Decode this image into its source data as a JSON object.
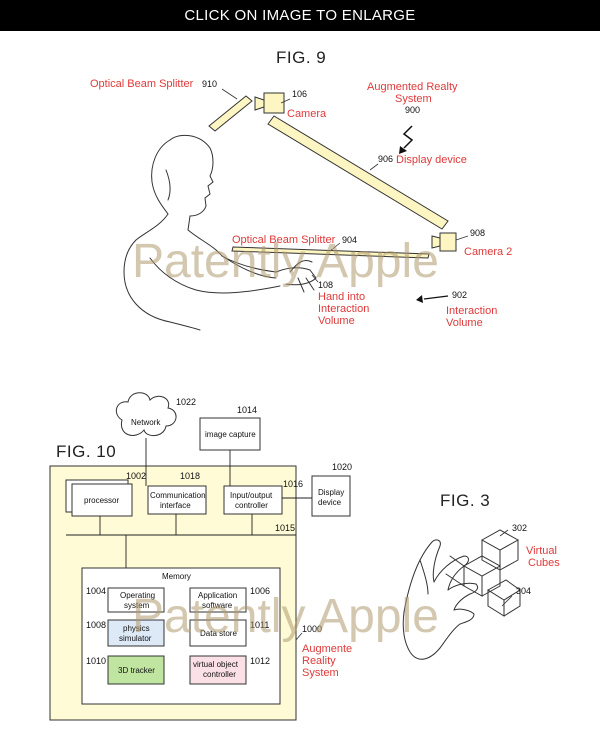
{
  "banner": {
    "text": "CLICK ON IMAGE TO ENLARGE"
  },
  "watermark": {
    "text": "Patently Apple"
  },
  "colors": {
    "label_red": "#e03a3a",
    "panel_yellow": "#fffbd6",
    "display_yellow": "#fdf6c2",
    "physics_blue": "#dde9f6",
    "tracker_green": "#bfe5a0",
    "virtual_pink": "#fbe0e6"
  },
  "fig9": {
    "title": "FIG. 9",
    "labels": {
      "splitter_top": "Optical Beam Splitter",
      "splitter_top_num": "910",
      "camera": "Camera",
      "camera_num": "106",
      "ar_system_l1": "Augmented Realty",
      "ar_system_l2": "System",
      "ar_system_num": "900",
      "display": "Display device",
      "display_num": "906",
      "splitter_mid": "Optical Beam Splitter",
      "splitter_mid_num": "904",
      "camera2": "Camera 2",
      "camera2_num": "908",
      "hand_num": "108",
      "hand_l1": "Hand into",
      "hand_l2": "Interaction",
      "hand_l3": "Volume",
      "interaction_num": "902",
      "interaction_l1": "Interaction",
      "interaction_l2": "Volume"
    }
  },
  "fig10": {
    "title": "FIG. 10",
    "network": "Network",
    "network_num": "1022",
    "image_capture": "image capture",
    "image_capture_num": "1014",
    "display_l1": "Display",
    "display_l2": "device",
    "display_num": "1020",
    "processor": "processor",
    "processor_num": "1002",
    "comm_l1": "Communication",
    "comm_l2": "interface",
    "comm_num": "1018",
    "io_l1": "Input/output",
    "io_l2": "controller",
    "io_num": "1016",
    "bus_num": "1015",
    "memory": "Memory",
    "os_l1": "Operating",
    "os_l2": "system",
    "os_num": "1004",
    "app_l1": "Application",
    "app_l2": "software",
    "app_num": "1006",
    "phys_l1": "physics",
    "phys_l2": "simulator",
    "phys_num": "1008",
    "datastore": "Data store",
    "datastore_num": "1011",
    "tracker": "3D tracker",
    "tracker_num": "1010",
    "voc_l1": "virtual object",
    "voc_l2": "controller",
    "voc_num": "1012",
    "system_num": "1000",
    "system_l1": "Augmente",
    "system_l2": "Reality",
    "system_l3": "System"
  },
  "fig3": {
    "title": "FIG. 3",
    "cubes_num": "302",
    "cubes_l1": "Virtual",
    "cubes_l2": "Cubes",
    "hand_num": "304"
  }
}
